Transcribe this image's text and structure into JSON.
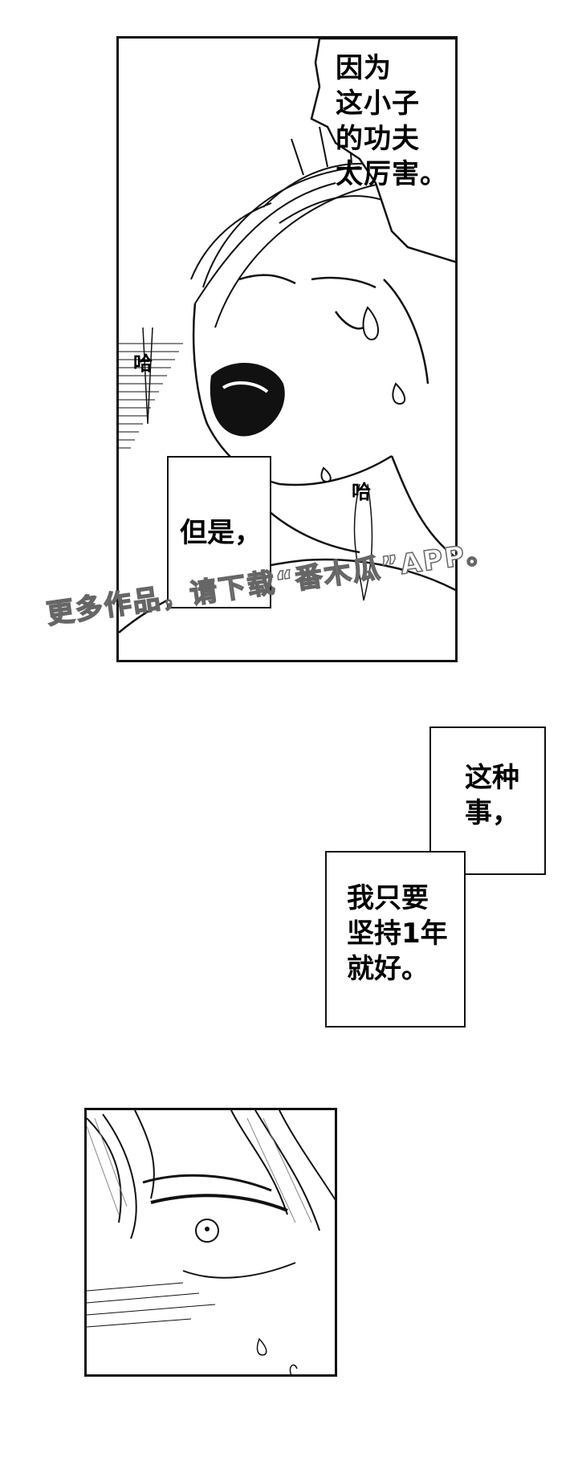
{
  "panel1": {
    "caption_top": [
      "因为",
      "这小子",
      "的功夫",
      "太厉害。"
    ],
    "caption_box": "但是，",
    "sfx_left": "哈",
    "sfx_right": "哈"
  },
  "watermark": "更多作品，请下载“番木瓜”APP。",
  "panel2": {
    "box_top": [
      "这种",
      "事，"
    ],
    "box_bottom": [
      "我只要",
      "坚持1年",
      "就好。"
    ]
  },
  "colors": {
    "ink": "#111111",
    "paper": "#ffffff",
    "tone": "#888888"
  }
}
